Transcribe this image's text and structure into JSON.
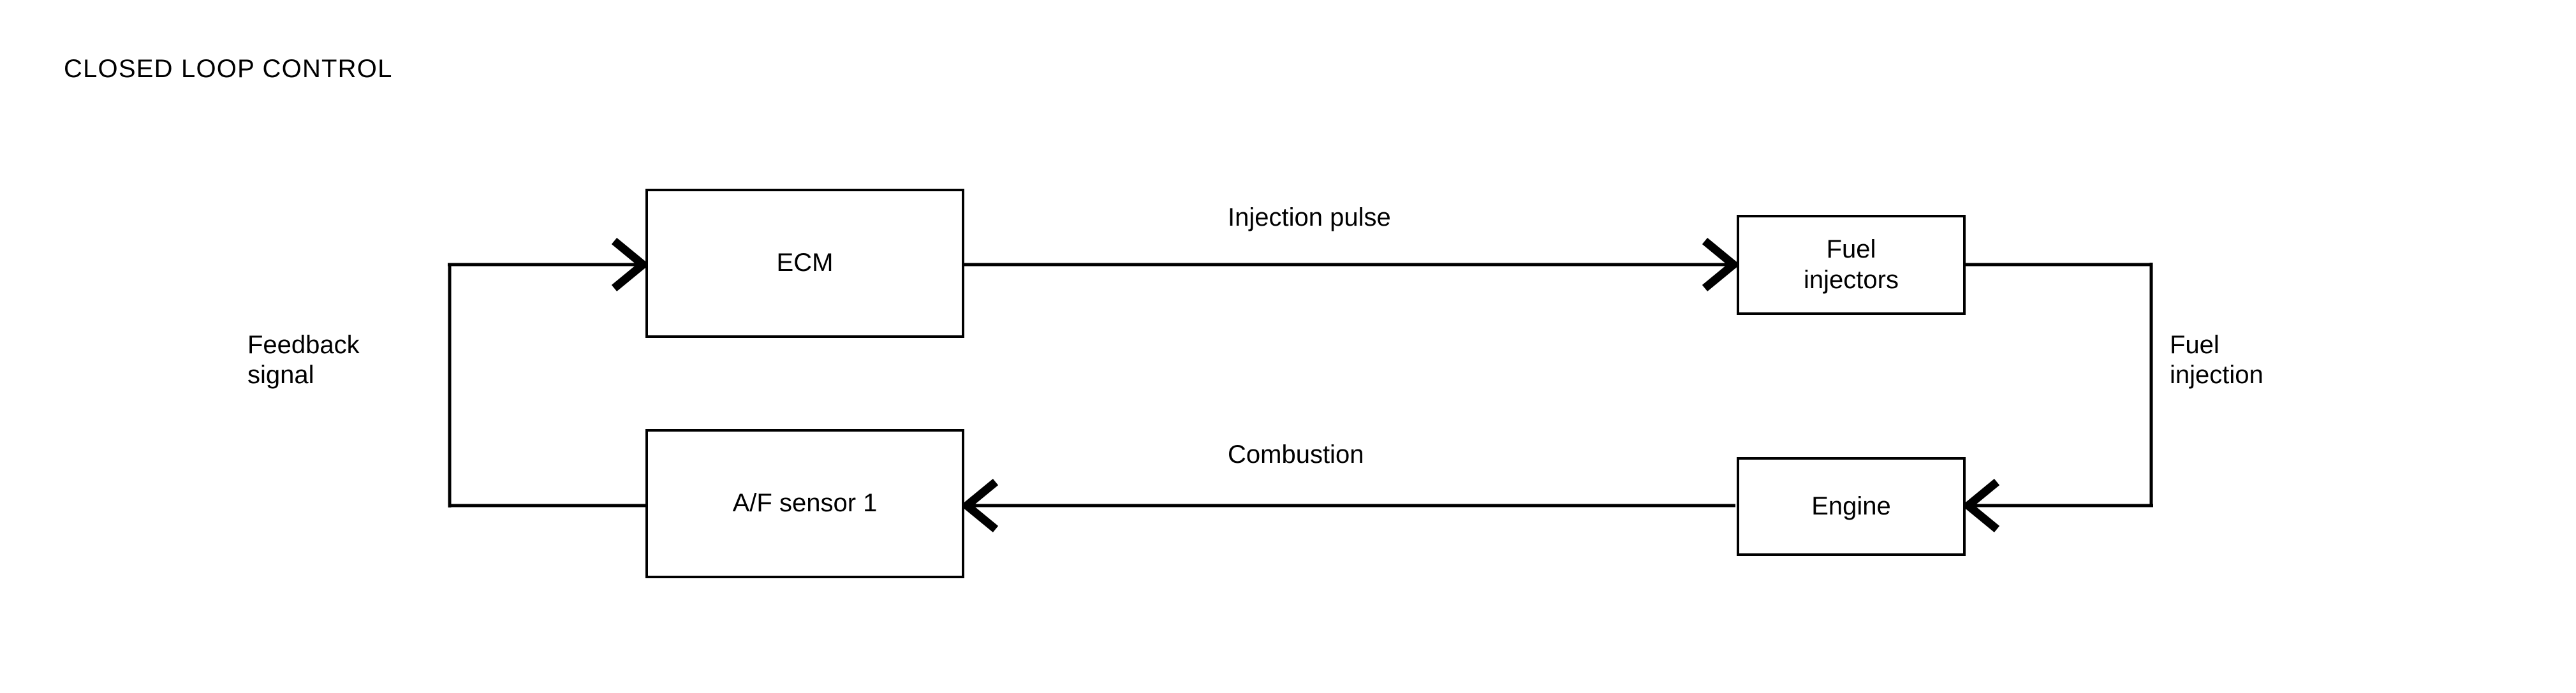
{
  "diagram": {
    "title": "CLOSED LOOP CONTROL",
    "type": "block-flow-diagram",
    "stroke_color": "#000000",
    "background_color": "#ffffff",
    "nodes": [
      {
        "id": "ecm",
        "label": "ECM"
      },
      {
        "id": "fuel_injectors",
        "label": "Fuel\ninjectors"
      },
      {
        "id": "engine",
        "label": "Engine"
      },
      {
        "id": "af_sensor",
        "label": "A/F sensor 1"
      }
    ],
    "edges": [
      {
        "id": "ecm_to_injectors",
        "from": "ecm",
        "to": "fuel_injectors",
        "label": "Injection pulse"
      },
      {
        "id": "injectors_to_engine",
        "from": "fuel_injectors",
        "to": "engine",
        "label": "Fuel\ninjection"
      },
      {
        "id": "engine_to_sensor",
        "from": "engine",
        "to": "af_sensor",
        "label": "Combustion"
      },
      {
        "id": "sensor_to_ecm",
        "from": "af_sensor",
        "to": "ecm",
        "label": "Feedback\nsignal"
      }
    ]
  }
}
